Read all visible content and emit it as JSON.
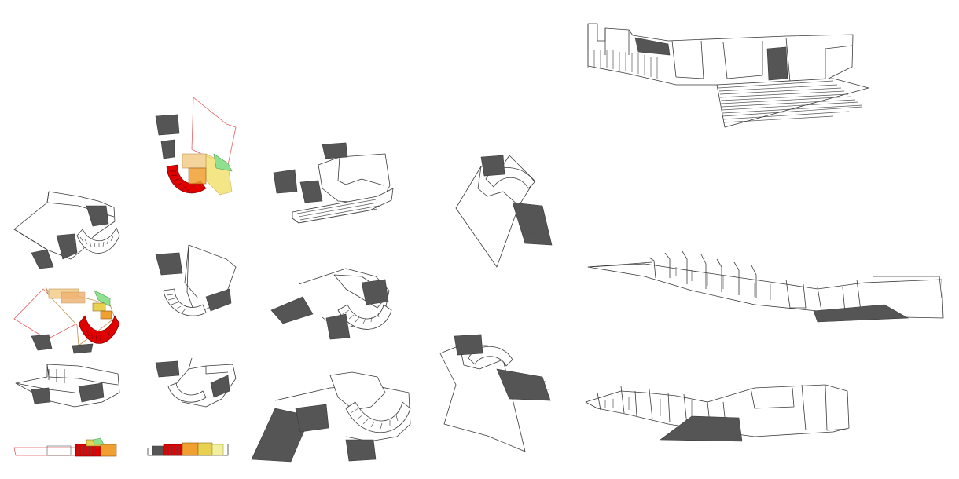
{
  "colors": {
    "line": "#3a3a3a",
    "dark_fill": "#555555",
    "background": "#ffffff",
    "zone_red": "#e00000",
    "zone_pink": "#f08a8a",
    "zone_orange": "#f0a030",
    "zone_yellow": "#f2e06a",
    "zone_green": "#8fe08f"
  },
  "views": [
    {
      "id": "iso-1",
      "kind": "isometric",
      "colored": false
    },
    {
      "id": "iso-2",
      "kind": "isometric",
      "colored": true
    },
    {
      "id": "iso-3",
      "kind": "isometric",
      "colored": false
    },
    {
      "id": "elev-small-1",
      "kind": "elevation",
      "colored": true
    },
    {
      "id": "iso-4",
      "kind": "isometric",
      "colored": true
    },
    {
      "id": "iso-5",
      "kind": "isometric",
      "colored": false
    },
    {
      "id": "iso-6",
      "kind": "isometric",
      "colored": false
    },
    {
      "id": "elev-small-2",
      "kind": "elevation",
      "colored": true
    },
    {
      "id": "iso-7",
      "kind": "isometric",
      "colored": false
    },
    {
      "id": "iso-8",
      "kind": "isometric",
      "colored": false
    },
    {
      "id": "iso-9",
      "kind": "isometric",
      "colored": false
    },
    {
      "id": "iso-10",
      "kind": "isometric",
      "colored": false
    },
    {
      "id": "iso-11",
      "kind": "isometric",
      "colored": false
    },
    {
      "id": "persp-1",
      "kind": "perspective",
      "colored": false
    },
    {
      "id": "persp-2",
      "kind": "perspective",
      "colored": false
    },
    {
      "id": "persp-3",
      "kind": "perspective",
      "colored": false
    }
  ]
}
